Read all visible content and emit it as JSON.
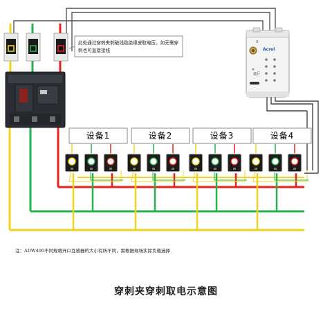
{
  "note": "此处通过穿刺夹刺破线缆绝缘皮取电压，如无需穿刺也可直接接线",
  "devices": [
    "设备1",
    "设备2",
    "设备3",
    "设备4"
  ],
  "meter": {
    "brand": "Acrel",
    "labels": [
      "运行",
      "X"
    ]
  },
  "footnote": "注：ADW400不同规格开口互感器的大小有所不同，需根据现场实际负载选择",
  "title": "穿刺夹穿刺取电示意图",
  "colors": {
    "phaseA": "#f2d21c",
    "phaseB": "#25b34b",
    "phaseC": "#e8211c",
    "neutral": "#555555",
    "breaker": "#2a2d33"
  }
}
